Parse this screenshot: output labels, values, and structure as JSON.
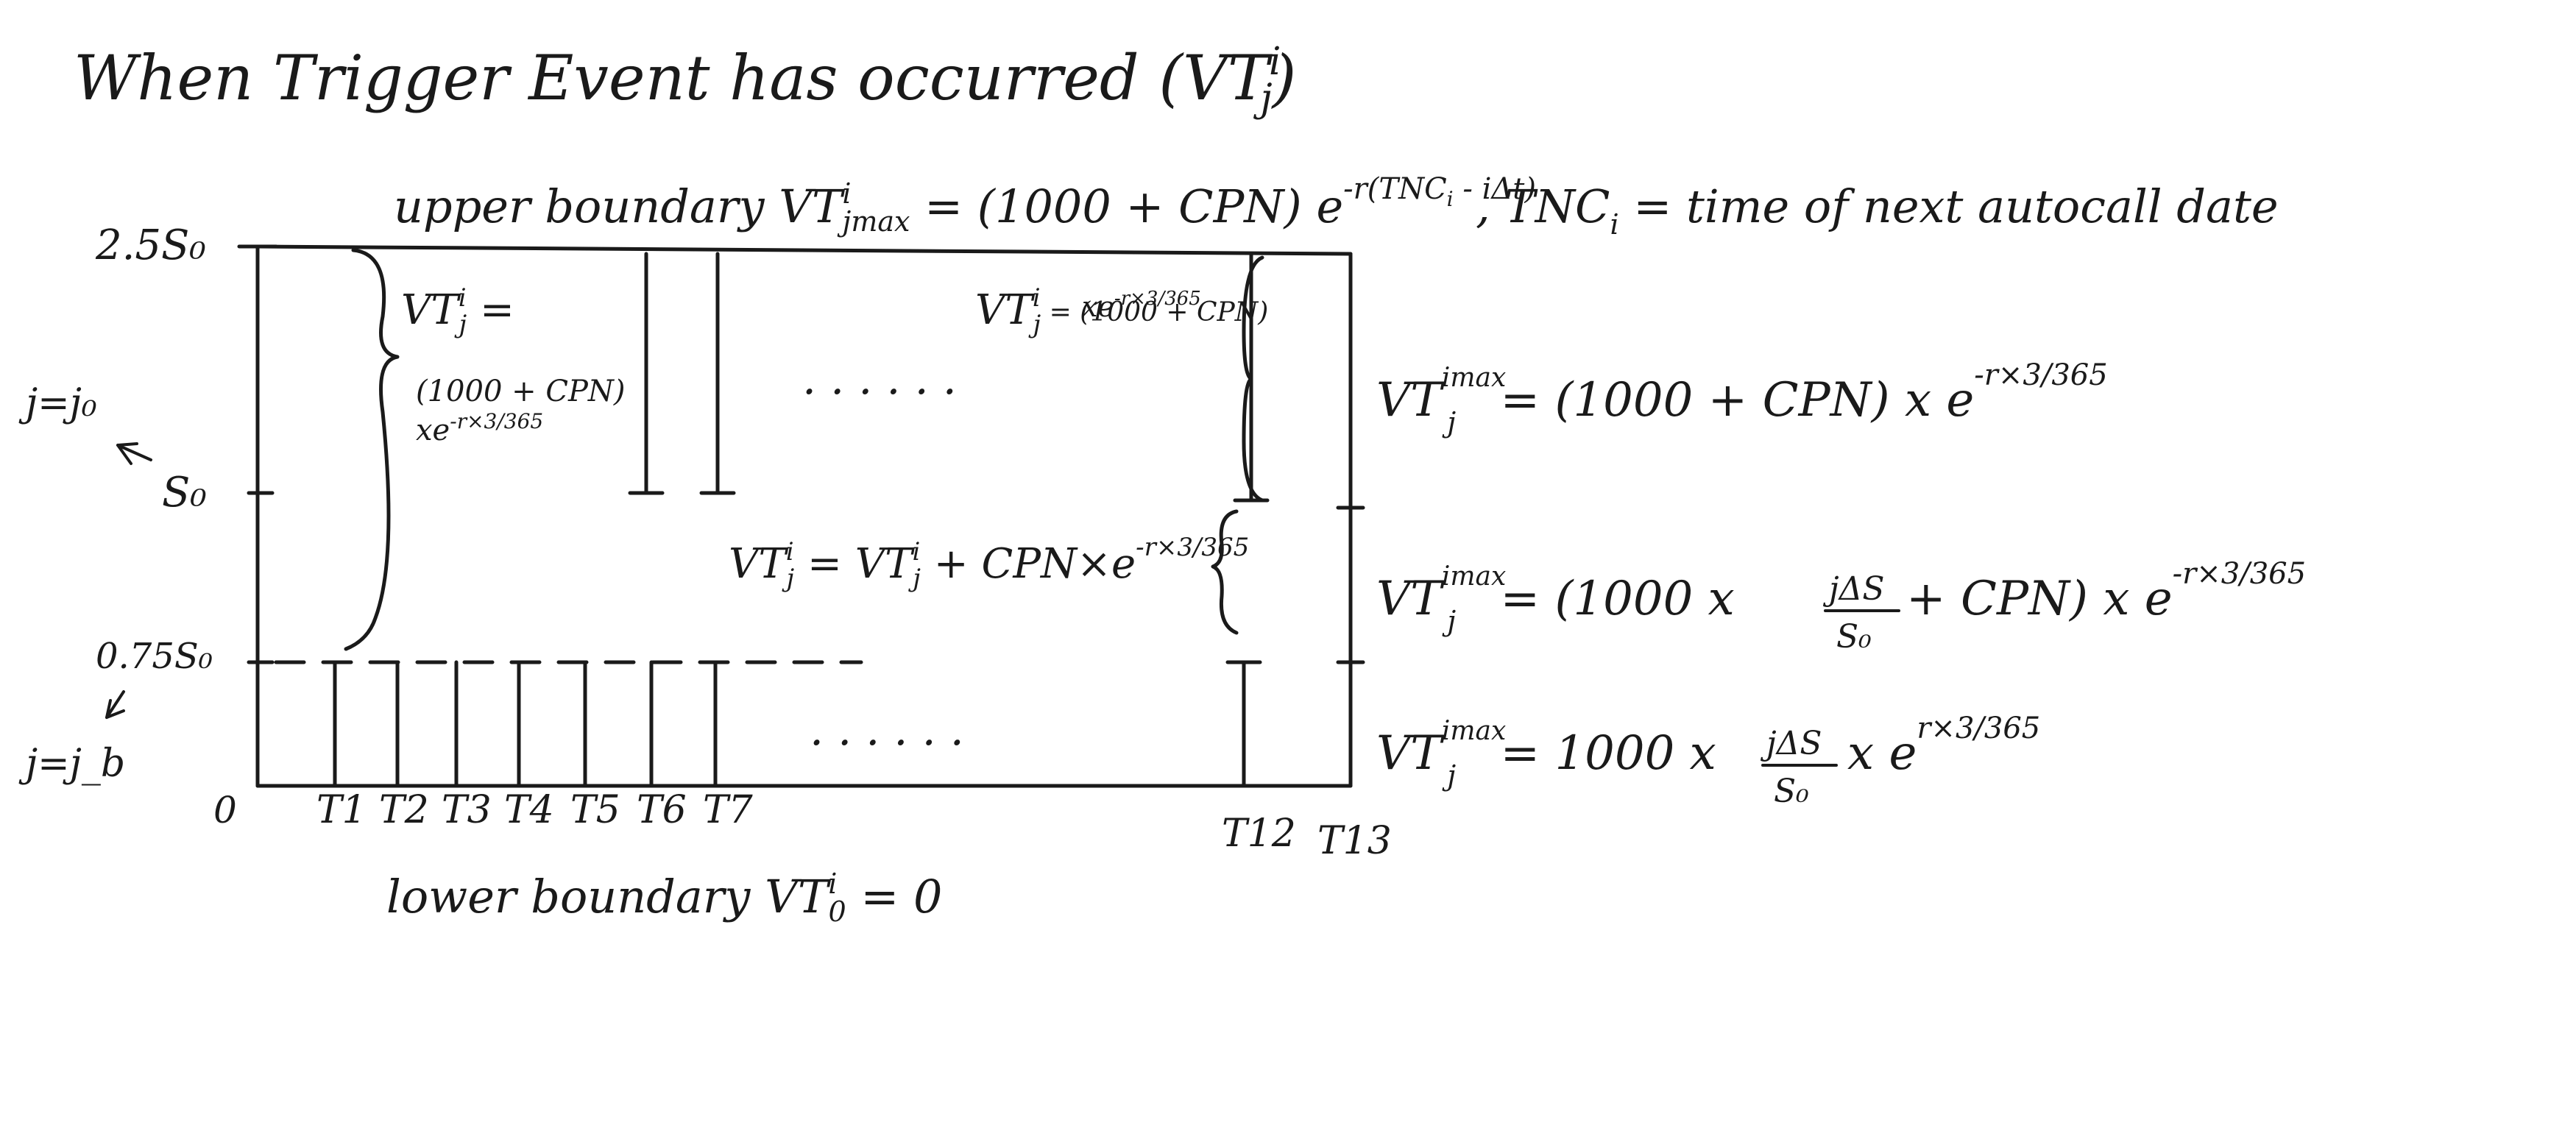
{
  "title": "When Trigger Event has occurred (VT",
  "title_sub": "j",
  "title_sup": "i",
  "title_close": ")",
  "upper": {
    "prefix": "upper boundary VT",
    "sub": "jmax",
    "sup": "i",
    "rhs": " = (1000 + CPN) e",
    "exp": "-r(TNC",
    "exp_sub": "i",
    "exp_tail": " - iΔt)"
  },
  "tnc": {
    "label": ", TNC",
    "sub": "i",
    "text": " = time of next autocall date"
  },
  "lower": {
    "prefix": "lower boundary VT",
    "sub": "0",
    "sup": "i",
    "rhs": " = 0"
  },
  "y_labels": {
    "top": "2.5S₀",
    "mid": "S₀",
    "low": "0.75S₀",
    "zero": "0",
    "j0": "j=j₀",
    "jb": "j=j_b"
  },
  "t_labels": [
    "T1",
    "T2",
    "T3",
    "T4",
    "T5",
    "T6",
    "T7",
    "T12",
    "T13"
  ],
  "dots": ". . . . . .",
  "left_region": {
    "l1": "VT",
    "l1_sub": "j",
    "l1_sup": "i",
    "l1_tail": " =",
    "l2": "(1000 + CPN)",
    "l3": "xe",
    "l3_exp": "-r×3/365"
  },
  "right_region": {
    "l1": "VT",
    "l1_sub": "j",
    "l1_sup": "i",
    "l1_tail": " = (1000 + CPN)",
    "l2": "xe",
    "l2_exp": "-r×3/365"
  },
  "middle_region": {
    "lhs": "VT",
    "lhs_sub": "j",
    "lhs_sup": "i",
    "mid": " = VT",
    "mid_sub": "j",
    "mid_sup": "i",
    "tail": " + CPN×e",
    "exp": "-r×3/365"
  },
  "eq1": {
    "lhs": "VT",
    "sub": "j",
    "sup": "imax",
    "rhs": " = (1000 + CPN) x e",
    "exp": "-r×3/365"
  },
  "eq2": {
    "lhs": "VT",
    "sub": "j",
    "sup": "imax",
    "rhs_a": " = (1000 x ",
    "frac_num": "jΔS",
    "frac_den": "S₀",
    "rhs_b": " + CPN) x e",
    "exp": "-r×3/365"
  },
  "eq3": {
    "lhs": "VT",
    "sub": "j",
    "sup": "imax",
    "rhs_a": " = 1000 x ",
    "frac_num": "jΔS",
    "frac_den": "S₀",
    "rhs_b": " x e",
    "exp": "r×3/365"
  }
}
